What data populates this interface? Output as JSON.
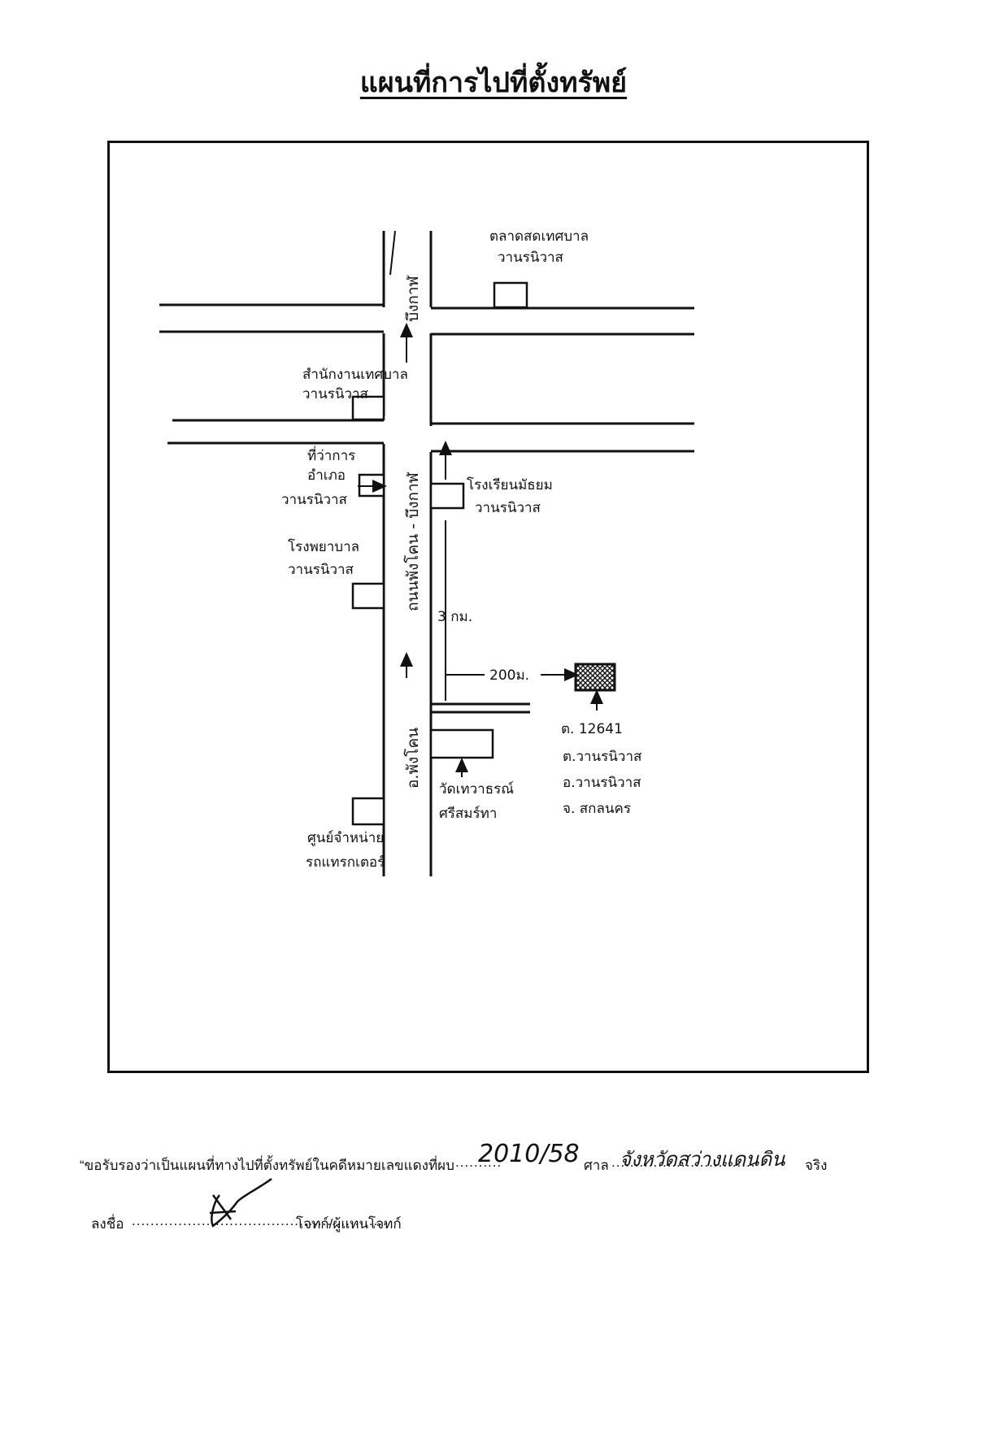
{
  "title": "แผนที่การไปที่ตั้งทรัพย์",
  "map": {
    "road_vertical_label": "ถนนพังโคน - บึงกาฬ",
    "road_top_label": "บึงกาฬ",
    "road_bottom_label": "อ.พังโคน",
    "landmarks": {
      "market": [
        "ตลาดสดเทศบาล",
        "วานรนิวาส"
      ],
      "municipal_office": [
        "สำนักงานเทศบาล",
        "วานรนิวาส"
      ],
      "district_office": [
        "ที่ว่าการ",
        "อำเภอ",
        "วานรนิวาส"
      ],
      "school_left": [
        "โรงพยาบาล",
        "วานรนิวาส"
      ],
      "school_right": [
        "โรงเรียนมัธยม",
        "วานรนิวาส"
      ],
      "temple": [
        "วัดเทวาธรณ์",
        "ศรีสมร์ทา"
      ],
      "tractor_center": [
        "ศูนย์จำหน่าย",
        "รถแทรกเตอร์"
      ]
    },
    "distance_3km": "3 กม.",
    "distance_200m": "200ม.",
    "property": [
      "ต. 12641",
      "ต.วานรนิวาส",
      "อ.วานรนิวาส",
      "จ. สกลนคร"
    ]
  },
  "footer": {
    "certify_prefix": "“ขอรับรองว่าเป็นแผนที่ทางไปที่ตั้งทรัพย์ในคดีหมายเลขแดงที่ผบ",
    "case_number": "2010/58",
    "court_label": "ศาล",
    "court_name": "จังหวัดสว่างแดนดิน",
    "certify_suffix": "จริง",
    "sign_label": "ลงชื่อ",
    "signer_role": "โจทก์/ผู้แทนโจทก์"
  }
}
